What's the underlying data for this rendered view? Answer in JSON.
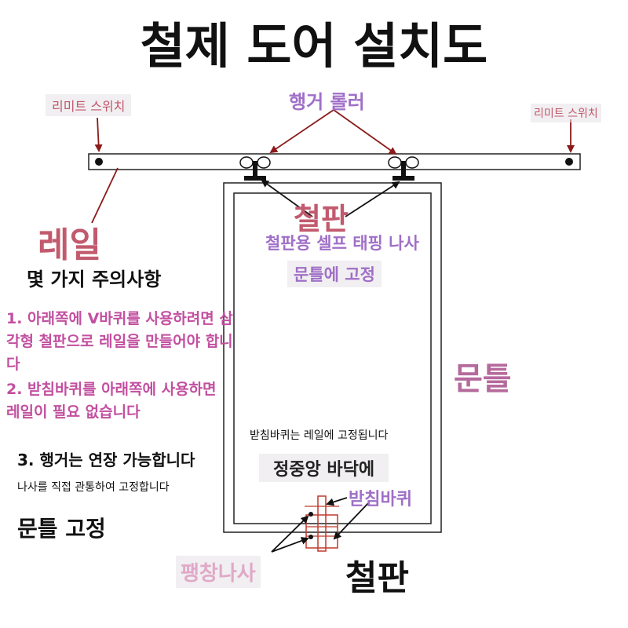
{
  "title": "철제 도어 설치도",
  "labels": {
    "limit_switch_left": "리미트 스위치",
    "limit_switch_right": "리미트 스위치",
    "hanger_roller": "행거 롤러",
    "rail": "레일",
    "steel_plate_top": "철판",
    "self_tapping_screw": "철판용 셀프 태핑 나사",
    "fix_to_frame_top": "문틀에 고정",
    "door_frame": "문틀",
    "support_wheel_fixed": "받침바퀴는 레일에 고정됩니다",
    "center_floor": "정중앙 바닥에",
    "support_wheel": "받침바퀴",
    "expansion_screw": "팽창나사",
    "steel_plate_bottom": "철판"
  },
  "notes": {
    "heading": "몇 가지 주의사항",
    "items": [
      "1. 아래쪽에 V바퀴를 사용하려면 삼각형 철판으로 레일을 만들어야 합니다",
      "2. 받침바퀴를 아래쪽에 사용하면 레일이 필요 없습니다",
      "3. 행거는 연장 가능합니다"
    ],
    "sub": "나사를 직접 관통하여 고정합니다",
    "frame_fix": "문틀 고정"
  },
  "colors": {
    "title": "#111111",
    "pink_label": "#c2566b",
    "purple_label": "#a06fc7",
    "rose_label": "#c25a6e",
    "note_text": "#c24fa0",
    "wheel_red": "#c0392b"
  }
}
